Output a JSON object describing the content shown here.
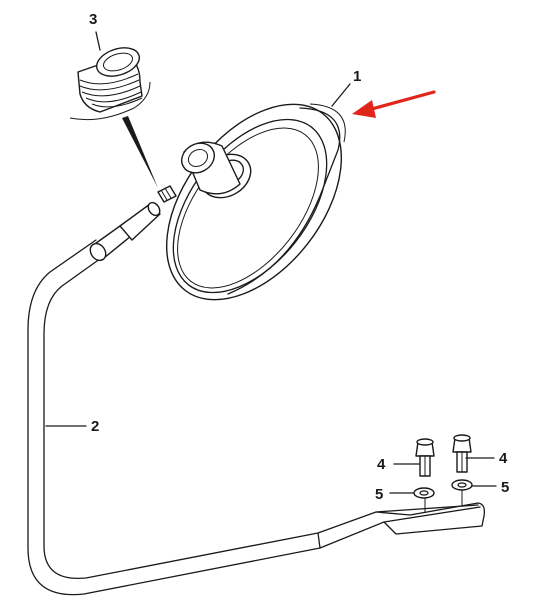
{
  "callouts": {
    "c1": "1",
    "c2": "2",
    "c3": "3",
    "c4a": "4",
    "c4b": "4",
    "c5a": "5",
    "c5b": "5"
  },
  "colors": {
    "line": "#1a1a1a",
    "highlight_arrow": "#e0261b",
    "background": "#ffffff"
  }
}
